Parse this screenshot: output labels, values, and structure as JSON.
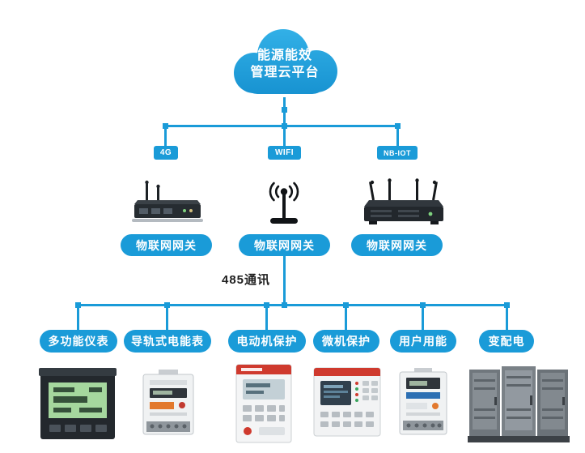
{
  "colors": {
    "primary_blue": "#1a9bd8",
    "cloud_gradient_top": "#35b3e9",
    "cloud_gradient_bottom": "#1590cf",
    "bus_text": "#1f1f1f"
  },
  "cloud": {
    "line1": "能源能效",
    "line2": "管理云平台"
  },
  "links": {
    "left": "4G",
    "middle": "WIFI",
    "right": "NB-IOT"
  },
  "gateways": [
    {
      "label": "物联网网关",
      "icon": "4g-router-icon"
    },
    {
      "label": "物联网网关",
      "icon": "wifi-antenna-icon"
    },
    {
      "label": "物联网网关",
      "icon": "nb-iot-router-icon"
    }
  ],
  "bus": {
    "label": "485通讯"
  },
  "devices": [
    {
      "label": "多功能仪表",
      "icon": "multifunction-meter-image"
    },
    {
      "label": "导轨式电能表",
      "icon": "din-rail-energy-meter-image"
    },
    {
      "label": "电动机保护",
      "icon": "motor-protector-image"
    },
    {
      "label": "微机保护",
      "icon": "microcomputer-protection-image"
    },
    {
      "label": "用户用能",
      "icon": "user-energy-meter-image"
    },
    {
      "label": "变配电",
      "icon": "distribution-cabinet-image"
    }
  ]
}
